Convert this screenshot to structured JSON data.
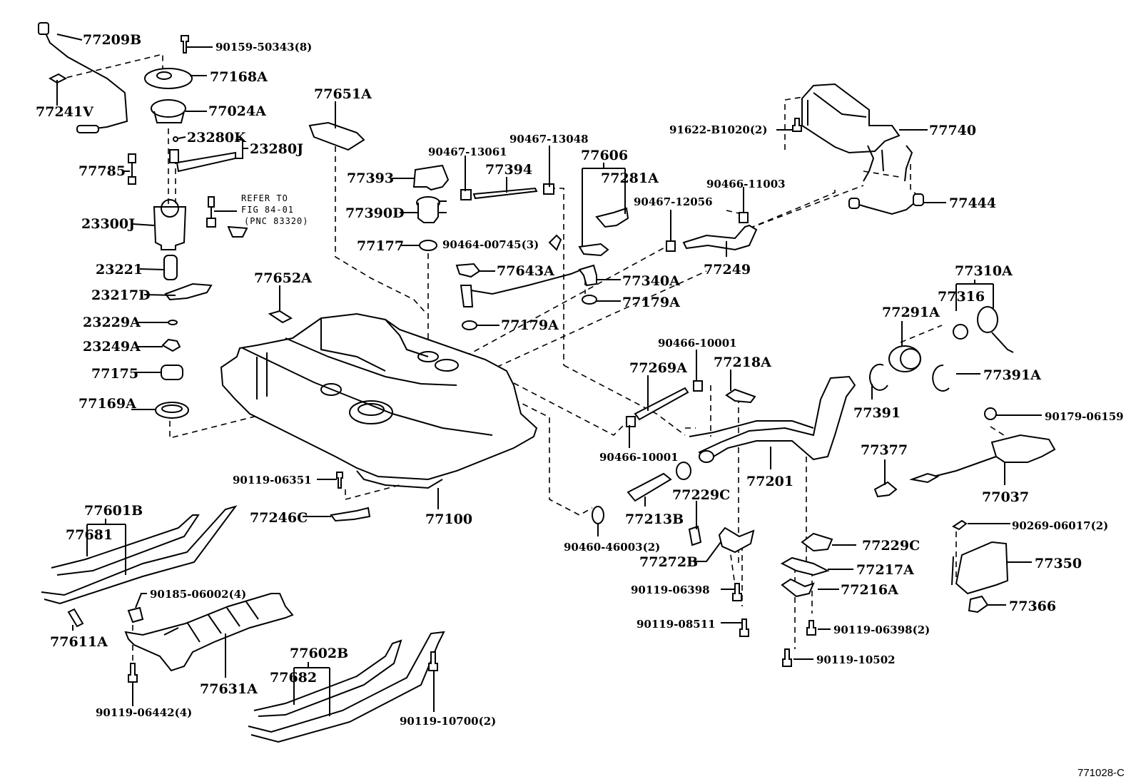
{
  "diagram": {
    "title": "Fuel tank & tube exploded parts diagram",
    "figure_code": "771028-C",
    "note": {
      "line1": "REFER TO",
      "line2": "FIG 84-01",
      "line3": "(PNC 83320)"
    },
    "labels": {
      "p77209B": "77209B",
      "p90159": "90159-50343(8)",
      "p77168A": "77168A",
      "p77241V": "77241V",
      "p77024A": "77024A",
      "p23280K": "23280K",
      "p23280J": "23280J",
      "p77785": "77785",
      "p23300J": "23300J",
      "p23221": "23221",
      "p23217D": "23217D",
      "p23229A": "23229A",
      "p23249A": "23249A",
      "p77175": "77175",
      "p77169A": "77169A",
      "p77651A": "77651A",
      "p77652A": "77652A",
      "p90467_13061": "90467-13061",
      "p90467_13048": "90467-13048",
      "p77393": "77393",
      "p77394": "77394",
      "p77390D": "77390D",
      "p77177": "77177",
      "p90464": "90464-00745(3)",
      "p77643A": "77643A",
      "p77340A": "77340A",
      "p77179A_1": "77179A",
      "p77179A_2": "77179A",
      "p77606": "77606",
      "p77281A": "77281A",
      "p90467_12056": "90467-12056",
      "p90466_11003": "90466-11003",
      "p77249": "77249",
      "p91622": "91622-B1020(2)",
      "p77740": "77740",
      "p77444": "77444",
      "p77310A": "77310A",
      "p77316": "77316",
      "p77291A": "77291A",
      "p77391A": "77391A",
      "p77391": "77391",
      "p90179": "90179-06159",
      "p77377": "77377",
      "p77037": "77037",
      "p90466_10001_a": "90466-10001",
      "p77269A": "77269A",
      "p77218A": "77218A",
      "p90466_10001_b": "90466-10001",
      "p77201": "77201",
      "p77213B": "77213B",
      "p77229C_1": "77229C",
      "p90460": "90460-46003(2)",
      "p77272B": "77272B",
      "p90119_06398": "90119-06398",
      "p90119_08511": "90119-08511",
      "p77229C_2": "77229C",
      "p77217A": "77217A",
      "p77216A": "77216A",
      "p90119_06398_2": "90119-06398(2)",
      "p90119_10502": "90119-10502",
      "p90269": "90269-06017(2)",
      "p77350": "77350",
      "p77366": "77366",
      "p90119_06351": "90119-06351",
      "p77246C": "77246C",
      "p77100": "77100",
      "p77601B": "77601B",
      "p77681": "77681",
      "p77611A": "77611A",
      "p90185": "90185-06002(4)",
      "p77631A": "77631A",
      "p77602B": "77602B",
      "p77682": "77682",
      "p90119_06442": "90119-06442(4)",
      "p90119_10700": "90119-10700(2)"
    }
  }
}
